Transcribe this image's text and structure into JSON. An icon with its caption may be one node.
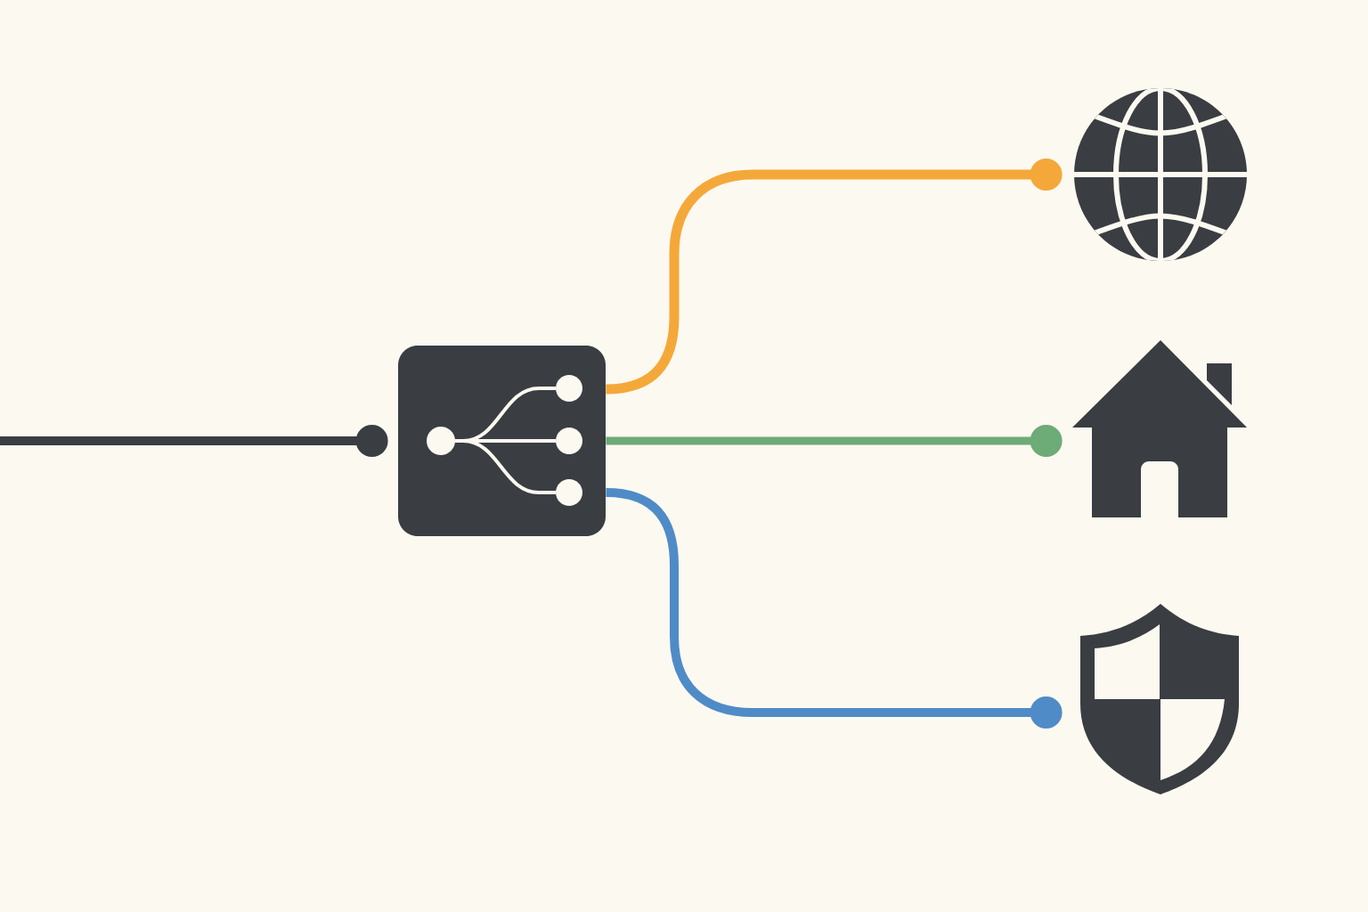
{
  "diagram": {
    "nodes": [
      {
        "text": [],
        "shape": "box"
      },
      {
        "text": [],
        "shape": "picture"
      },
      {
        "text": [],
        "shape": "picture"
      },
      {
        "text": [],
        "shape": "picture"
      }
    ],
    "edges": [
      {
        "from": null,
        "to": 0,
        "arrow": "other",
        "color": "#3a3d41"
      },
      {
        "from": 0,
        "to": 1,
        "arrow": "other",
        "color": "#f5a83a"
      },
      {
        "from": 0,
        "to": 2,
        "arrow": "other",
        "color": "#6dab77"
      },
      {
        "from": 0,
        "to": 3,
        "arrow": "other",
        "color": "#4f8bc7"
      }
    ]
  }
}
